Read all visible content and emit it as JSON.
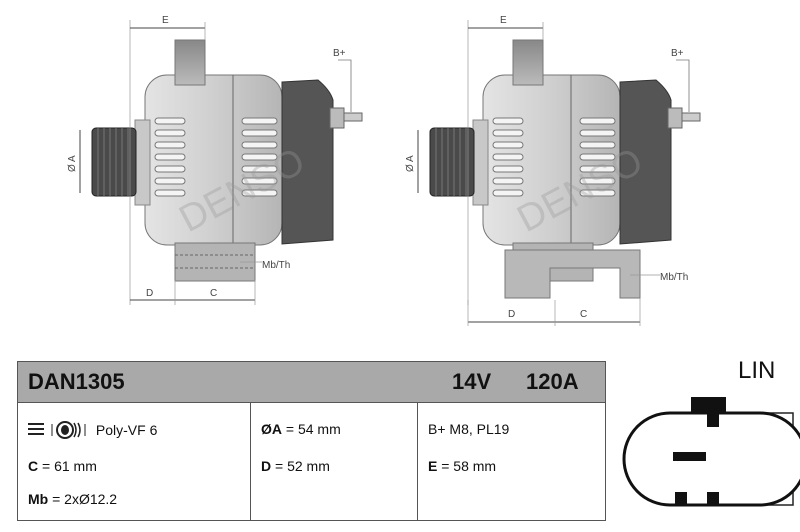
{
  "drawings": {
    "labels": {
      "E": "E",
      "B_plus": "B+",
      "diameter_A": "Ø A",
      "D": "D",
      "C": "C",
      "mb_th": "Mb/Th"
    },
    "watermark": "DENSO"
  },
  "spec": {
    "part_number": "DAN1305",
    "voltage": "14V",
    "amperage": "120A",
    "col1": {
      "pulley_icon": "pulley-icon",
      "pulley": "Poly-VF 6",
      "c_key": "C",
      "c_value": " = 61 mm",
      "mb_key": "Mb",
      "mb_value": " = 2xØ12.2"
    },
    "col2": {
      "a_key": "ØA",
      "a_value": " = 54 mm",
      "d_key": "D",
      "d_value": " = 52 mm"
    },
    "col3": {
      "bplus": "B+ M8, PL19",
      "e_key": "E",
      "e_value": " = 58 mm"
    }
  },
  "connector": {
    "label": "LIN"
  }
}
